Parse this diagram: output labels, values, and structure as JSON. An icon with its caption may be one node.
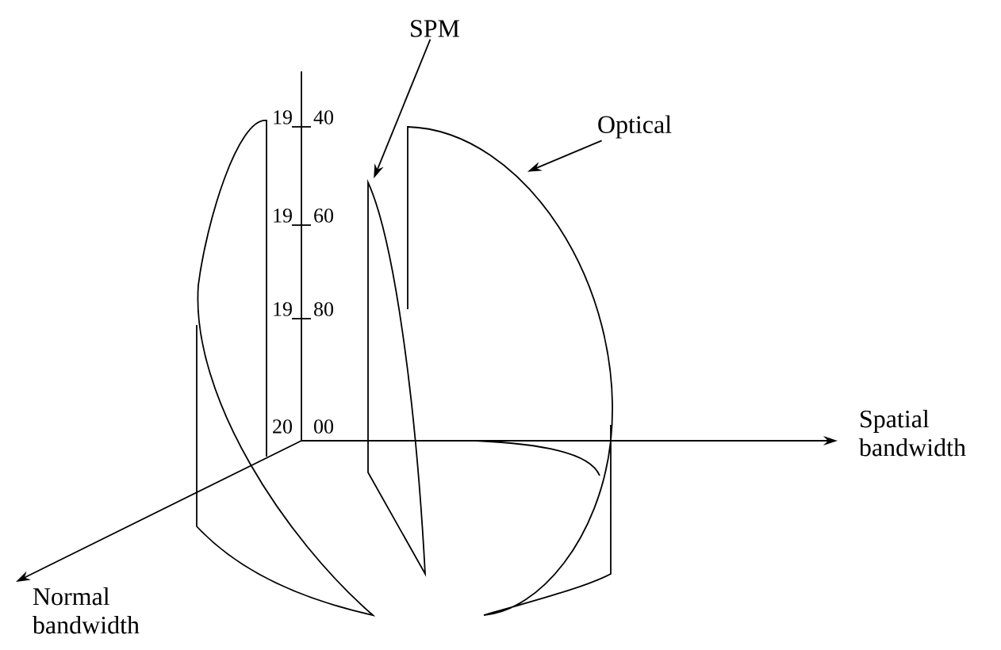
{
  "diagram": {
    "nodes": [
      {
        "text": [
          "SPM"
        ]
      },
      {
        "text": [],
        "shape": "picture"
      },
      {
        "text": [
          "Optical"
        ]
      },
      {
        "text": [],
        "shape": "picture"
      }
    ],
    "edges": [
      {
        "from": 0,
        "to": 1,
        "arrow": "to"
      },
      {
        "from": 2,
        "to": 3,
        "arrow": "to"
      }
    ],
    "labels": [
      "19",
      "40",
      "19",
      "60",
      "19",
      "80",
      "20",
      "00",
      "Spatial bandwidth",
      "Normal bandwidth"
    ]
  }
}
